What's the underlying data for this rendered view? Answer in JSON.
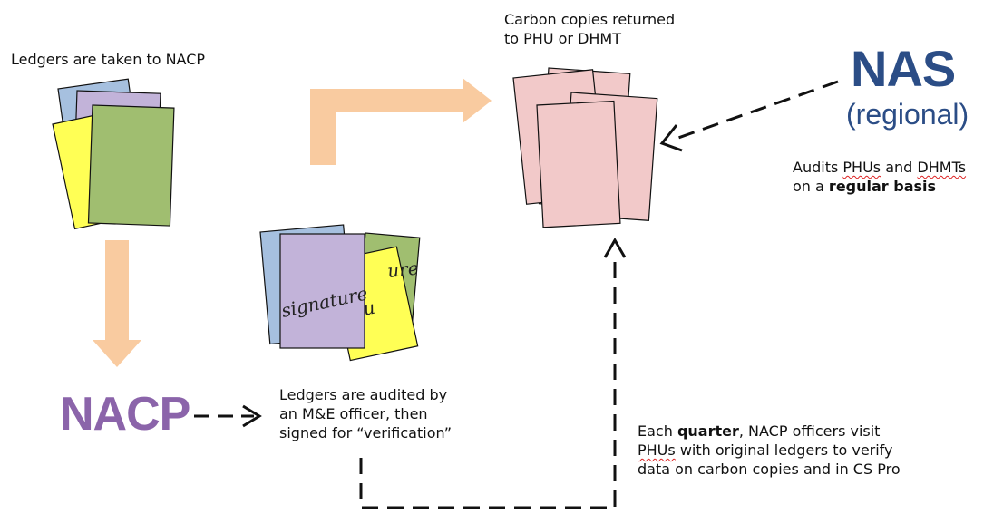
{
  "labels": {
    "ledgers_taken": "Ledgers are taken to NACP",
    "carbon_line1": "Carbon copies returned",
    "carbon_line2": "to PHU or DHMT",
    "nas": "NAS",
    "regional": "(regional)",
    "audits_w1": "Audits",
    "audits_w2": "PHUs",
    "audits_w3": "and",
    "audits_w4": "DHMTs",
    "audits_l2_pre": "on a",
    "audits_l2_bold": "regular basis",
    "nacp": "NACP",
    "audited_line1": "Ledgers are audited by",
    "audited_line2": "an M&E officer, then",
    "audited_line3": "signed for “verification”",
    "each_bold": "quarter",
    "each_pre": "Each",
    "each_rest": ", NACP officers visit",
    "each_l2_a": "PHUs",
    "each_l2_b": "with original ledgers to verify",
    "each_l3": "data on carbon copies and in CS Pro",
    "signature": "signature",
    "signature_partial": "ure"
  },
  "colors": {
    "arrow_peach": "#f9cba0",
    "nacp_purple": "#8b64aa",
    "nas_blue": "#2b4d86",
    "doc_blue": "#a6c0df",
    "doc_purple": "#c2b3d9",
    "doc_yellow": "#ffff55",
    "doc_green": "#a0be70",
    "doc_pink": "#f2c9c9"
  }
}
